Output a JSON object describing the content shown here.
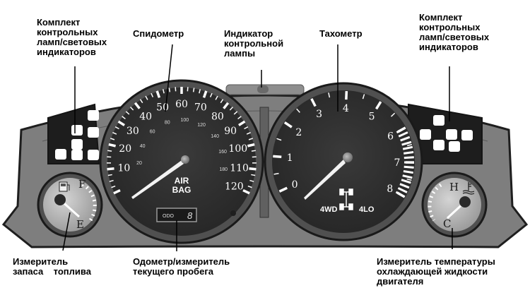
{
  "callouts": {
    "warning_left": [
      "Комплект",
      "контрольных",
      "ламп/световых",
      "индикаторов"
    ],
    "speedometer": "Спидометр",
    "warning_lamp": [
      "Индикатор",
      "контрольной",
      "лампы"
    ],
    "tachometer": "Тахометр",
    "warning_right": [
      "Комплект",
      "контрольных",
      "ламп/световых",
      "индикаторов"
    ],
    "fuel_gauge": [
      "Измеритель",
      "запаса    топлива"
    ],
    "odometer": [
      "Одометр/измеритель",
      "текущего пробега"
    ],
    "temp_gauge": [
      "Измеритель температуры",
      "охлаждающей жидкости",
      "двигателя"
    ]
  },
  "speedometer": {
    "mph_labels": [
      "10",
      "20",
      "30",
      "40",
      "50",
      "60",
      "70",
      "80",
      "90",
      "100",
      "110",
      "120"
    ],
    "kmh_labels": [
      "20",
      "40",
      "60",
      "80",
      "100",
      "120",
      "140",
      "160",
      "180"
    ],
    "airbag_line1": "AIR",
    "airbag_line2": "BAG",
    "odometer_label": "ODO",
    "odometer_digit": "8"
  },
  "tachometer": {
    "labels": [
      "0",
      "1",
      "2",
      "3",
      "4",
      "5",
      "6",
      "7",
      "8"
    ],
    "four_wd": "4WD",
    "four_lo": "4LO"
  },
  "fuel": {
    "full": "F",
    "empty": "E"
  },
  "temperature": {
    "hot": "H",
    "cold": "C"
  }
}
